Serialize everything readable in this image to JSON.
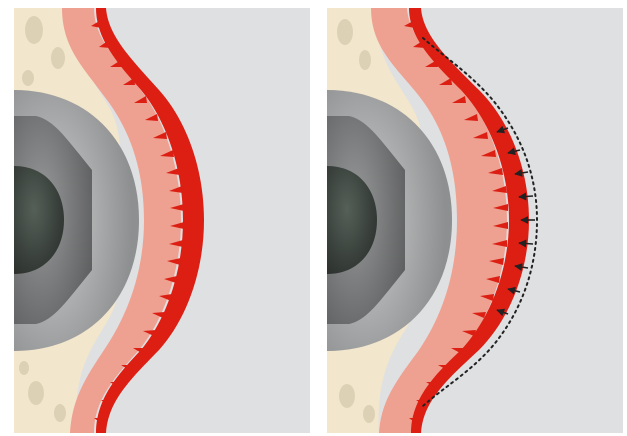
{
  "figure": {
    "panels": [
      {
        "id": "before",
        "shows_margin_outline": false
      },
      {
        "id": "after",
        "shows_margin_outline": true,
        "arrow_count": 9
      }
    ]
  },
  "colors": {
    "background_panel": "#dfe0e2",
    "bone": "#f2e6cc",
    "bone_texture": "#d8ccb0",
    "implant_outer": "#a9aaab",
    "implant_mid": "#7f8081",
    "implant_core": "#3c4240",
    "gingiva_pale": "#eea191",
    "gingiva_red": "#dc1e13",
    "outline": "#222222"
  }
}
